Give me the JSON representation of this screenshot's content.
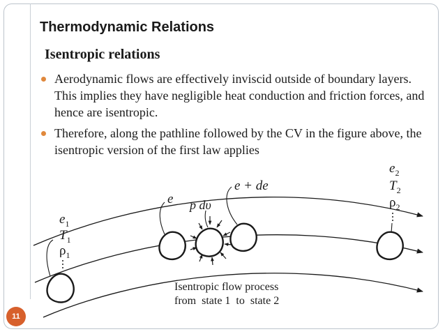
{
  "slide": {
    "number": "11",
    "title": "Thermodynamic Relations",
    "subtitle": "Isentropic relations",
    "bullets": [
      "Aerodynamic flows are effectively inviscid outside of boundary layers. This implies they have negligible heat conduction and friction forces, and hence are isentropic.",
      "Therefore, along the pathline followed by the CV in the figure above, the isentropic version of the first law applies"
    ]
  },
  "figure": {
    "state1": {
      "e": "e",
      "e_sub": "1",
      "T": "T",
      "T_sub": "1",
      "rho": "ρ",
      "rho_sub": "1"
    },
    "state2": {
      "e": "e",
      "e_sub": "2",
      "T": "T",
      "T_sub": "2",
      "rho": "ρ",
      "rho_sub": "2"
    },
    "label_e": "e",
    "label_pdv": "p dυ",
    "label_e_de": "e + de",
    "caption_line1": "Isentropic flow process",
    "caption_line2": "from  state 1  to  state 2"
  }
}
